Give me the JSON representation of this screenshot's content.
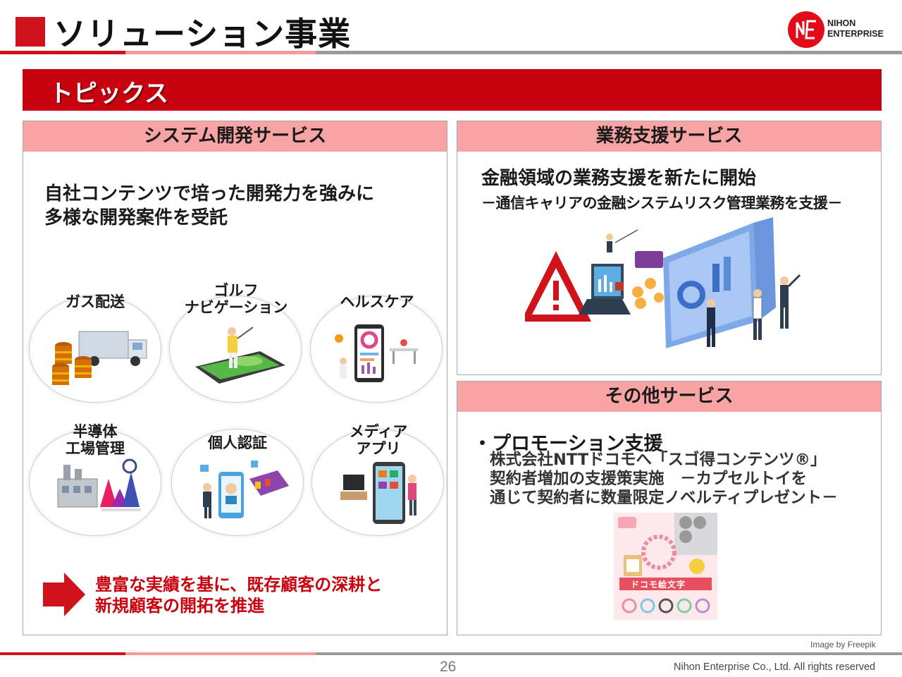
{
  "header": {
    "title": "ソリューション事業",
    "logo_line1": "NIHON",
    "logo_line2": "ENTERPRISE"
  },
  "banner": {
    "label": "トピックス"
  },
  "system_dev": {
    "heading": "システム開発サービス",
    "lead_line1": "自社コンテンツで培った開発力を強みに",
    "lead_line2": "多様な開発案件を受託",
    "categories": [
      {
        "line1": "ガス配送",
        "line2": ""
      },
      {
        "line1": "ゴルフ",
        "line2": "ナビゲーション"
      },
      {
        "line1": "ヘルスケア",
        "line2": ""
      },
      {
        "line1": "半導体",
        "line2": "工場管理"
      },
      {
        "line1": "個人認証",
        "line2": ""
      },
      {
        "line1": "メディア",
        "line2": "アプリ"
      }
    ],
    "conclusion_line1": "豊富な実績を基に、既存顧客の深耕と",
    "conclusion_line2": "新規顧客の開拓を推進"
  },
  "business_support": {
    "heading": "業務支援サービス",
    "title": "金融領域の業務支援を新たに開始",
    "subtitle": "－通信キャリアの金融システムリスク管理業務を支援－"
  },
  "other": {
    "heading": "その他サービス",
    "bullet": "・プロモーション支援",
    "line1": "株式会社NTTドコモへ「スゴ得コンテンツ®」",
    "line2": "契約者増加の支援策実施　－カプセルトイを",
    "line3": "通じて契約者に数量限定ノベルティプレゼント－",
    "photo_text": "ドコモ絵文字"
  },
  "footer": {
    "credit": "Image by Freepik",
    "page_number": "26",
    "copyright": "Nihon Enterprise Co., Ltd. All rights reserved"
  },
  "colors": {
    "brand_red": "#c8020e",
    "panel_header_pink": "#f9a4a4",
    "rule_gray": "#9a9a9a"
  }
}
